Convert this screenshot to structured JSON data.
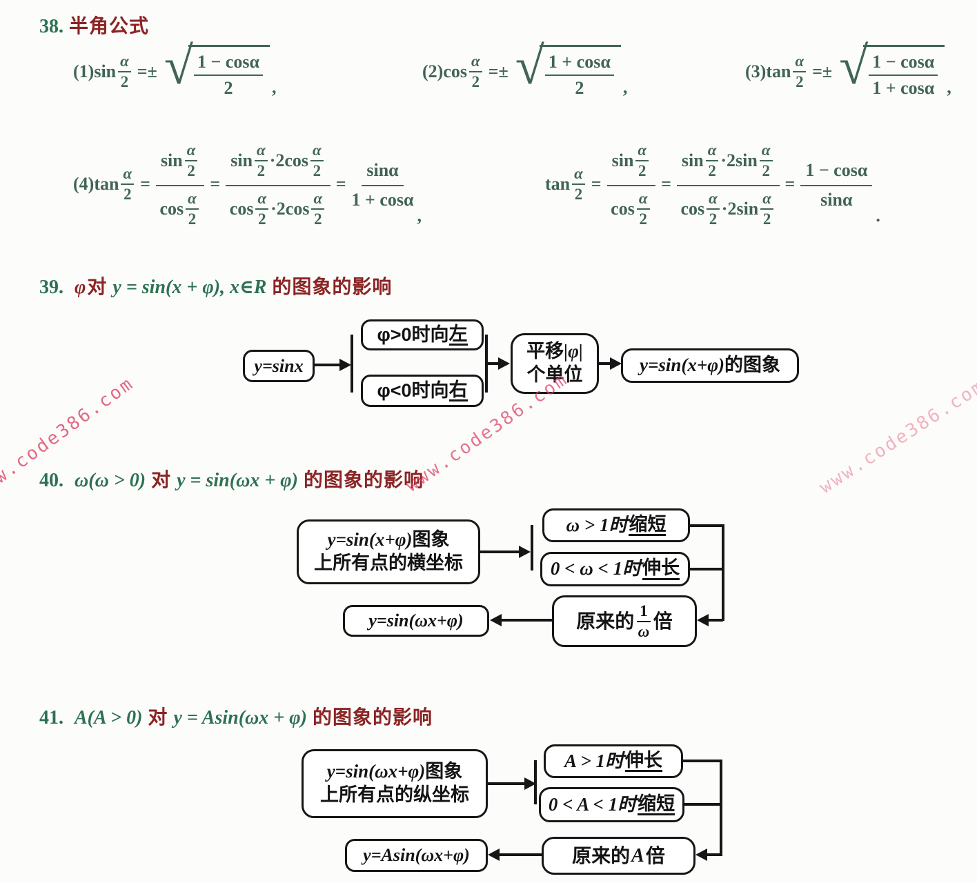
{
  "colors": {
    "heading_green": "#2d7152",
    "heading_red": "#8b2424",
    "math_green": "#406456",
    "box_border": "#161616",
    "watermark_pink": "#de3e62"
  },
  "watermark": {
    "text": "www.code386.com"
  },
  "tok": {
    "l1": "(1)",
    "l2": "(2)",
    "l3": "(3)",
    "l4": "(4)",
    "sin": "sin",
    "cos": "cos",
    "tan": "tan",
    "alpha": "α",
    "two": "2",
    "eq": "=",
    "eqpm": "=±",
    "one_minus_cos": "1 − cosα",
    "one_plus_cos": "1 + cosα",
    "sin_a": "sinα",
    "dot2cos": "·2cos",
    "dot2sin": "·2sin",
    "comma": ",",
    "period": "."
  },
  "s38": {
    "num": "38.",
    "title": "半角公式"
  },
  "s39": {
    "num": "39.",
    "sym": "φ",
    "dui": "对",
    "math": "y = sin(x + φ), x∈R",
    "rest": "的图象的影响",
    "start": "y=sinx",
    "b1_pre": "φ>0时向",
    "b1_u": "左",
    "b2_pre": "φ<0时向",
    "b2_u": "右",
    "m1a": "平移",
    "m1b": "|φ|",
    "m2": "个单位",
    "end_math": "y=sin(x+φ)",
    "end_cn": "的图象"
  },
  "s40": {
    "num": "40.",
    "pre": "ω(ω > 0)",
    "dui": "对",
    "math": "y = sin(ωx + φ)",
    "rest": "的图象的影响",
    "src_math": "y=sin(x+φ)",
    "src_cn": "图象",
    "src_line2": "上所有点的横坐标",
    "b1_pre": "ω > 1时",
    "b1_u": "缩短",
    "b2_pre": "0 < ω < 1时",
    "b2_u": "伸长",
    "m_pre": "原来的",
    "m_num": "1",
    "m_den": "ω",
    "m_post": "倍",
    "out": "y=sin(ωx+φ)"
  },
  "s41": {
    "num": "41.",
    "pre": "A(A > 0)",
    "dui": "对",
    "math": "y = Asin(ωx + φ)",
    "rest": "的图象的影响",
    "src_math": "y=sin(ωx+φ)",
    "src_cn": "图象",
    "src_line2": "上所有点的纵坐标",
    "b1_pre": "A > 1时",
    "b1_u": "伸长",
    "b2_pre": "0 < A < 1时",
    "b2_u": "缩短",
    "m_pre": "原来的",
    "m_mid": "A",
    "m_post": "倍",
    "out": "y=Asin(ωx+φ)"
  }
}
